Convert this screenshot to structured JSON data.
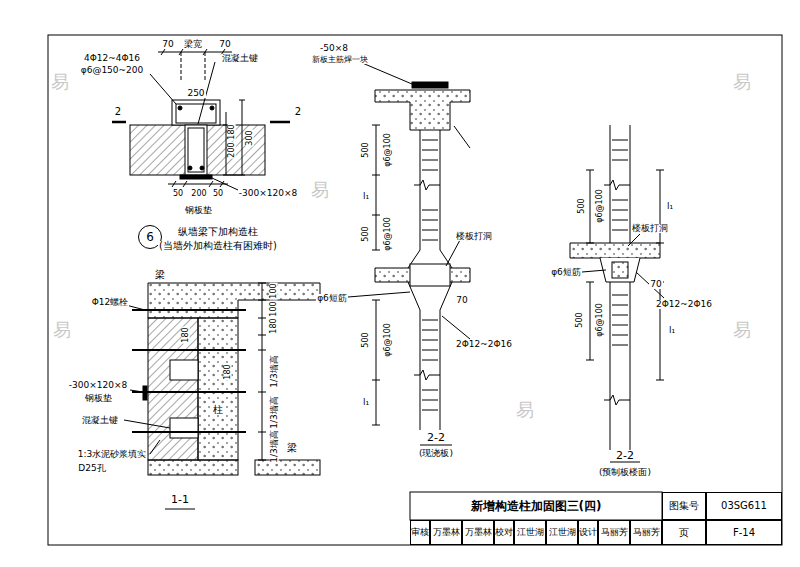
{
  "diagram": {
    "title": "新增构造柱加固图三(四)",
    "nodes": [
      {
        "text": [
          "6"
        ]
      },
      {
        "text": [
          "图集号"
        ]
      },
      {
        "text": [
          "03SG611"
        ]
      },
      {
        "text": [
          "审核"
        ]
      },
      {
        "text": [
          "万墨林"
        ]
      },
      {
        "text": [
          "万墨林"
        ]
      },
      {
        "text": [
          "校对"
        ]
      },
      {
        "text": [
          "江世湖"
        ]
      },
      {
        "text": [
          "江世湖"
        ]
      },
      {
        "text": [
          "设计"
        ]
      },
      {
        "text": [
          "马丽芳"
        ]
      },
      {
        "text": [
          "马丽芳"
        ]
      },
      {
        "text": [
          "页"
        ]
      },
      {
        "text": [
          "F-14"
        ]
      }
    ],
    "labels": [
      "70",
      "梁宽",
      "70",
      "4Φ12~4Φ16",
      "φ6@150~200",
      "混凝土键",
      "250",
      "2",
      "2",
      "200",
      "300",
      "180",
      "50",
      "200",
      "50",
      "-300×120×8",
      "钢板垫",
      "纵墙梁下加构造柱",
      "(当墙外加构造柱有困难时)",
      "梁",
      "Φ12螺栓",
      "100",
      "100",
      "180",
      "1/3墙高",
      "1/3墙高",
      "1/3墙高",
      "180",
      "180",
      "-300×120×8",
      "钢板垫",
      "混凝土键",
      "柱",
      "1:3水泥砂浆填实",
      "D25孔",
      "梁",
      "1-1",
      "-50×8",
      "新板主筋焊一块",
      "500",
      "φ6@100",
      "l₁",
      "500",
      "φ6@100",
      "楼板打洞",
      "φ6短筋",
      "70",
      "2Φ12~2Φ16",
      "500",
      "φ6@100",
      "l₁",
      "2-2",
      "(现浇板)",
      "500",
      "φ6@100",
      "l₁",
      "楼板打洞",
      "φ6短筋",
      "70",
      "2Φ12~2Φ16",
      "500",
      "φ6@100",
      "l₁",
      "2-2",
      "(预制板楼面)",
      "易",
      "易",
      "易",
      "易",
      "易",
      "易"
    ]
  }
}
